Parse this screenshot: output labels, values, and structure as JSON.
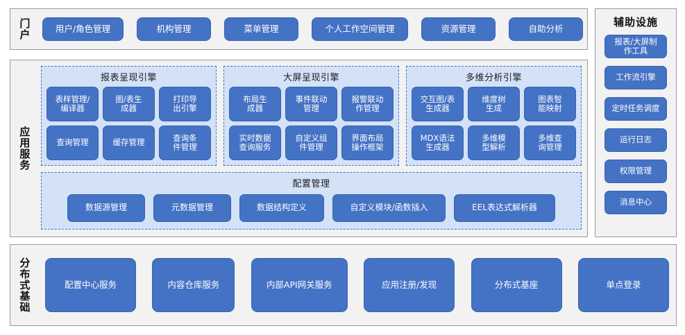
{
  "theme": {
    "button_blue": "#4472c4",
    "panel_blue": "#d4e2f7",
    "band_gray": "#f2f2f2",
    "band_border": "#9a9a9a",
    "text_white": "#ffffff",
    "text_dark": "#111111"
  },
  "portal": {
    "label": "门户",
    "items": [
      {
        "label": "用户/角色管理",
        "width": 117
      },
      {
        "label": "机构管理",
        "width": 107
      },
      {
        "label": "菜单管理",
        "width": 107
      },
      {
        "label": "个人工作空间管理",
        "width": 139
      },
      {
        "label": "资源管理",
        "width": 107
      },
      {
        "label": "自助分析",
        "width": 107
      }
    ]
  },
  "aux": {
    "title": "辅助设施",
    "items": [
      {
        "label": "报表/大屏制\n作工具"
      },
      {
        "label": "工作流引擎"
      },
      {
        "label": "定时任务调度"
      },
      {
        "label": "运行日志"
      },
      {
        "label": "权限管理"
      },
      {
        "label": "消息中心"
      }
    ]
  },
  "app_services": {
    "label": "应用服务",
    "engines": [
      {
        "title": "报表呈现引擎",
        "items": [
          "表样管理/\n编译器",
          "图/表生\n成器",
          "打印导\n出引擎",
          "查询管理",
          "缓存管理",
          "查询条\n件管理"
        ]
      },
      {
        "title": "大屏呈现引擎",
        "items": [
          "布局生\n成器",
          "事件联动\n管理",
          "报警联动\n作管理",
          "实时数据\n查询服务",
          "自定义组\n件管理",
          "界面布局\n操作框架"
        ]
      },
      {
        "title": "多维分析引擎",
        "items": [
          "交互图/表\n生成器",
          "维度树\n生成",
          "图表智\n能映射",
          "MDX语法\n生成器",
          "多维模\n型解析",
          "多维查\n询管理"
        ]
      }
    ],
    "config": {
      "title": "配置管理",
      "items": [
        {
          "label": "数据源管理",
          "width": 112
        },
        {
          "label": "元数据管理",
          "width": 112
        },
        {
          "label": "数据结构定义",
          "width": 122
        },
        {
          "label": "自定义模块/函数插入",
          "width": 163
        },
        {
          "label": "EEL表达式解析器",
          "width": 146
        }
      ]
    }
  },
  "distributed": {
    "label": "分布式基础",
    "items": [
      {
        "label": "配置中心服务",
        "width": 131
      },
      {
        "label": "内容仓库服务",
        "width": 119
      },
      {
        "label": "内部API网关服务",
        "width": 139
      },
      {
        "label": "应用注册/发现",
        "width": 131
      },
      {
        "label": "分布式基座",
        "width": 131
      },
      {
        "label": "单点登录",
        "width": 131
      }
    ]
  }
}
